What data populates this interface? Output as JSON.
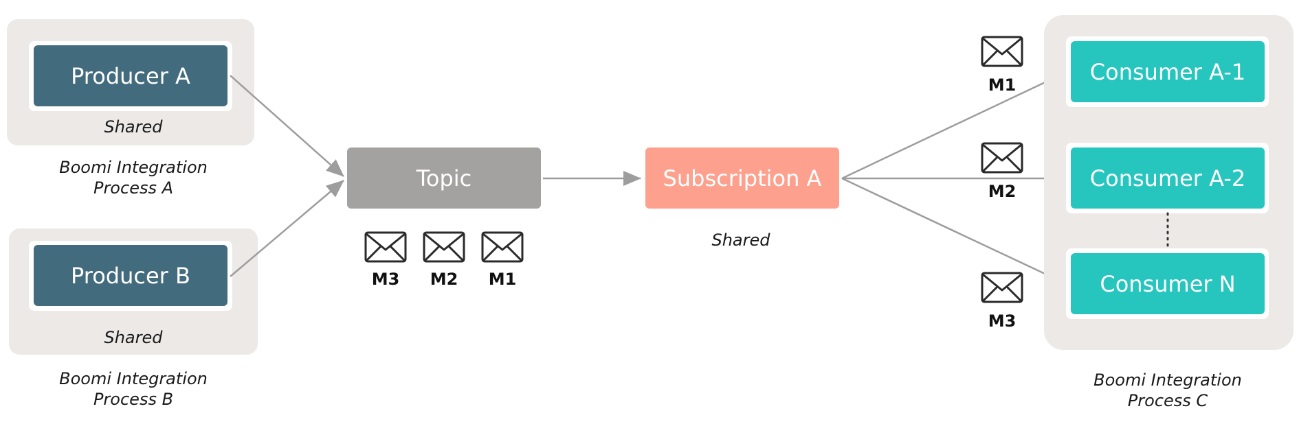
{
  "colors": {
    "group_bg": "#ece9e7",
    "producer": "#426b7e",
    "topic": "#a3a2a0",
    "subscription": "#fda08d",
    "consumer": "#26c6bf",
    "arrow": "#9d9d9d",
    "icon": "#2a2a2a"
  },
  "producers": [
    {
      "label": "Producer A",
      "mode": "Shared",
      "process_line1": "Boomi Integration",
      "process_line2": "Process A"
    },
    {
      "label": "Producer B",
      "mode": "Shared",
      "process_line1": "Boomi Integration",
      "process_line2": "Process B"
    }
  ],
  "topic": {
    "label": "Topic",
    "messages": [
      "M3",
      "M2",
      "M1"
    ]
  },
  "subscription": {
    "label": "Subscription A",
    "mode": "Shared"
  },
  "consumers": [
    {
      "label": "Consumer A-1",
      "message": "M1"
    },
    {
      "label": "Consumer A-2",
      "message": "M2"
    },
    {
      "label": "Consumer N",
      "message": "M3"
    }
  ],
  "consumer_group": {
    "process_line1": "Boomi Integration",
    "process_line2": "Process C"
  },
  "icons": {
    "message": "envelope-icon"
  }
}
